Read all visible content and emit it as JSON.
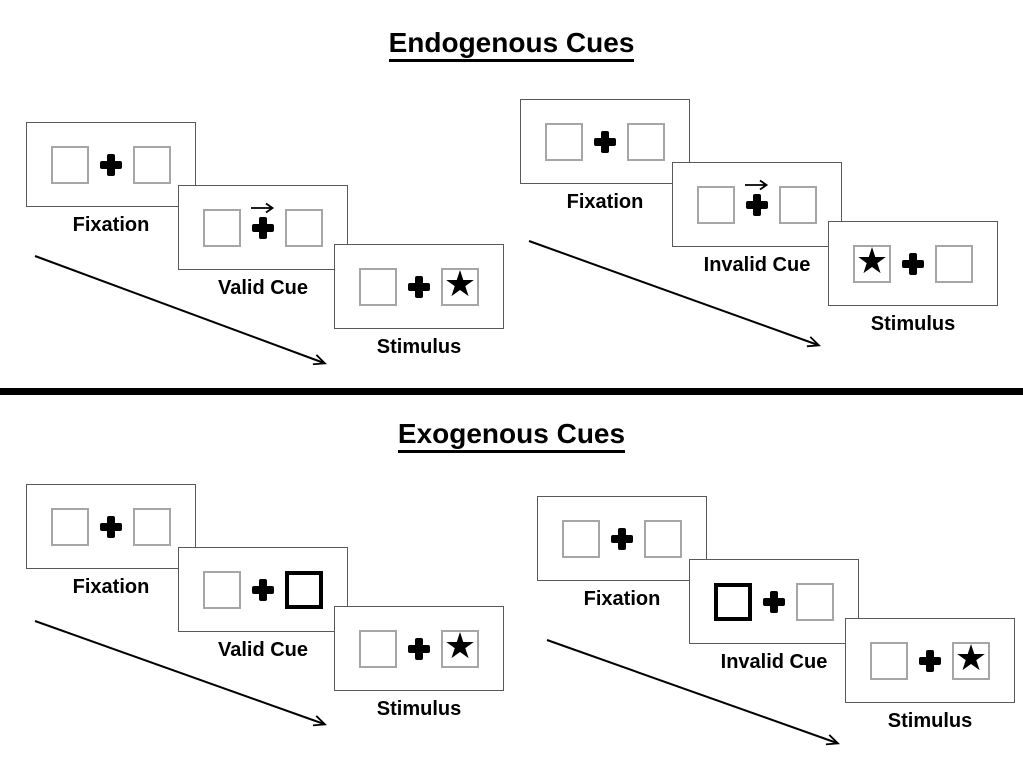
{
  "titles": {
    "endogenous": "Endogenous Cues",
    "exogenous": "Exogenous Cues"
  },
  "icons": {
    "star": "★",
    "fixation_cross": "plus-cross",
    "cue_arrow": "right-arrow",
    "timeline_arrow": "diagonal-down-right-arrow"
  },
  "colors": {
    "background": "#ffffff",
    "ink": "#000000",
    "frame_border": "#595959",
    "square_border": "#a6a6a6",
    "cue_square_border": "#000000"
  },
  "panels": [
    {
      "section": "endogenous",
      "condition": "valid",
      "frames": [
        {
          "label": "Fixation",
          "type": "fixation",
          "left_box": "empty",
          "right_box": "empty"
        },
        {
          "label": "Valid Cue",
          "type": "endogenous-cue",
          "cue": "arrow-pointing-right",
          "left_box": "empty",
          "right_box": "empty"
        },
        {
          "label": "Stimulus",
          "type": "stimulus",
          "left_box": "empty",
          "right_box": "star"
        }
      ]
    },
    {
      "section": "endogenous",
      "condition": "invalid",
      "frames": [
        {
          "label": "Fixation",
          "type": "fixation",
          "left_box": "empty",
          "right_box": "empty"
        },
        {
          "label": "Invalid Cue",
          "type": "endogenous-cue",
          "cue": "arrow-pointing-right",
          "left_box": "empty",
          "right_box": "empty"
        },
        {
          "label": "Stimulus",
          "type": "stimulus",
          "left_box": "star",
          "right_box": "empty"
        }
      ]
    },
    {
      "section": "exogenous",
      "condition": "valid",
      "frames": [
        {
          "label": "Fixation",
          "type": "fixation",
          "left_box": "empty",
          "right_box": "empty"
        },
        {
          "label": "Valid Cue",
          "type": "exogenous-cue",
          "cue": "thick-box-right",
          "left_box": "empty",
          "right_box": "highlighted"
        },
        {
          "label": "Stimulus",
          "type": "stimulus",
          "left_box": "empty",
          "right_box": "star"
        }
      ]
    },
    {
      "section": "exogenous",
      "condition": "invalid",
      "frames": [
        {
          "label": "Fixation",
          "type": "fixation",
          "left_box": "empty",
          "right_box": "empty"
        },
        {
          "label": "Invalid Cue",
          "type": "exogenous-cue",
          "cue": "thick-box-left",
          "left_box": "highlighted",
          "right_box": "empty"
        },
        {
          "label": "Stimulus",
          "type": "stimulus",
          "left_box": "empty",
          "right_box": "star"
        }
      ]
    }
  ]
}
